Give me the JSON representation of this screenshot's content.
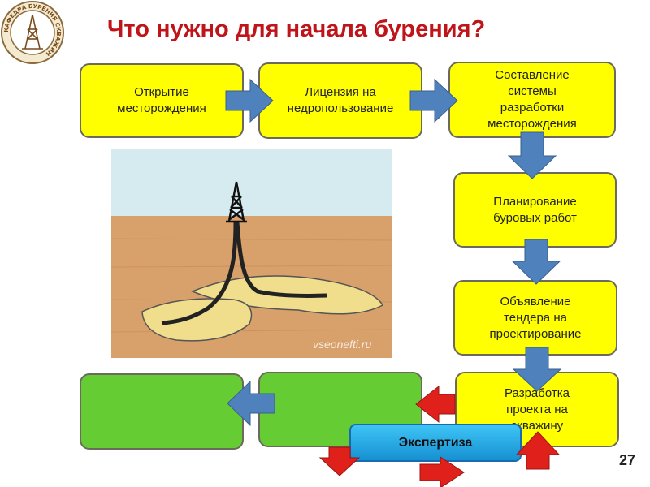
{
  "title": "Что нужно для начала бурения?",
  "logo": {
    "text": "КАФЕДРА БУРЕНИЯ СКВАЖИН"
  },
  "boxes": {
    "b1": "Открытие\nместорождения",
    "b2": "Лицензия на\nнедропользование",
    "b3": "Составление\nсистемы\nразработки\nместорождения",
    "b4": "Планирование\nбуровых работ",
    "b5": "Объявление\nтендера на\nпроектирование",
    "b6": "Разработка\nпроекта на\nскважину",
    "b7": "",
    "b8": ""
  },
  "expertise": "Экспертиза",
  "watermark": "vseonefti.ru",
  "page_number": "27",
  "colors": {
    "box_yellow": "#ffff00",
    "box_green": "#66cc33",
    "arrow_blue": "#4f81bd",
    "arrow_red": "#e0201b",
    "title_red": "#c0141b"
  }
}
